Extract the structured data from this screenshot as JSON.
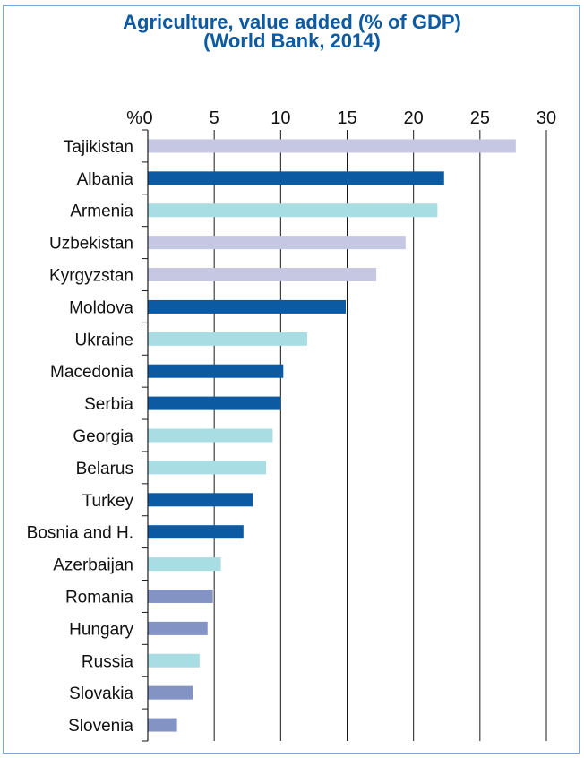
{
  "chart_data": {
    "type": "bar",
    "orientation": "horizontal",
    "title": "Agriculture, value added (% of GDP)",
    "subtitle": "(World Bank, 2014)",
    "axis_unit_label": "%",
    "xlim": [
      0,
      30
    ],
    "x_ticks": [
      "0",
      "5",
      "10",
      "15",
      "20",
      "25",
      "30"
    ],
    "grid": "vertical",
    "categories": [
      "Tajikistan",
      "Albania",
      "Armenia",
      "Uzbekistan",
      "Kyrgyzstan",
      "Moldova",
      "Ukraine",
      "Macedonia",
      "Serbia",
      "Georgia",
      "Belarus",
      "Turkey",
      "Bosnia and H.",
      "Azerbaijan",
      "Romania",
      "Hungary",
      "Russia",
      "Slovakia",
      "Slovenia"
    ],
    "values": [
      27.7,
      22.3,
      21.8,
      19.4,
      17.2,
      14.9,
      12.0,
      10.2,
      10.0,
      9.4,
      8.9,
      7.9,
      7.2,
      5.5,
      4.9,
      4.5,
      3.9,
      3.4,
      2.2
    ],
    "bar_colors": [
      "#c5c7e3",
      "#0b5aa2",
      "#a8dde3",
      "#c5c7e3",
      "#c5c7e3",
      "#0b5aa2",
      "#a8dde3",
      "#0b5aa2",
      "#0b5aa2",
      "#a8dde3",
      "#a8dde3",
      "#0b5aa2",
      "#0b5aa2",
      "#a8dde3",
      "#8393c4",
      "#8393c4",
      "#a8dde3",
      "#8393c4",
      "#8393c4"
    ]
  }
}
